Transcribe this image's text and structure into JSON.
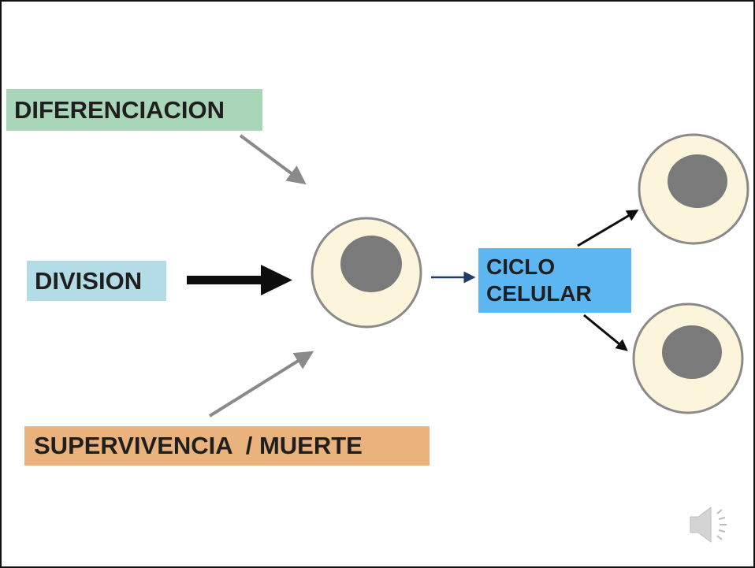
{
  "labels": {
    "differentiation": "DIFERENCIACION",
    "division": "DIVISION",
    "survival": "SUPERVIVENCIA  / MUERTE",
    "cycle_line1": "CICLO",
    "cycle_line2": "CELULAR"
  },
  "colors": {
    "differentiation_bg": "#a9d5b9",
    "division_bg": "#b4dce6",
    "survival_bg": "#eab27c",
    "cycle_bg": "#5cb6f2",
    "cell_fill": "#fdf4dc",
    "cell_stroke": "#8a8a8a",
    "nucleus": "#7a7a7a",
    "arrow_gray": "#8a8a8a",
    "arrow_black": "#0d0d0d",
    "arrow_navy": "#1f3d66"
  },
  "icons": {
    "speaker": "speaker-icon"
  }
}
